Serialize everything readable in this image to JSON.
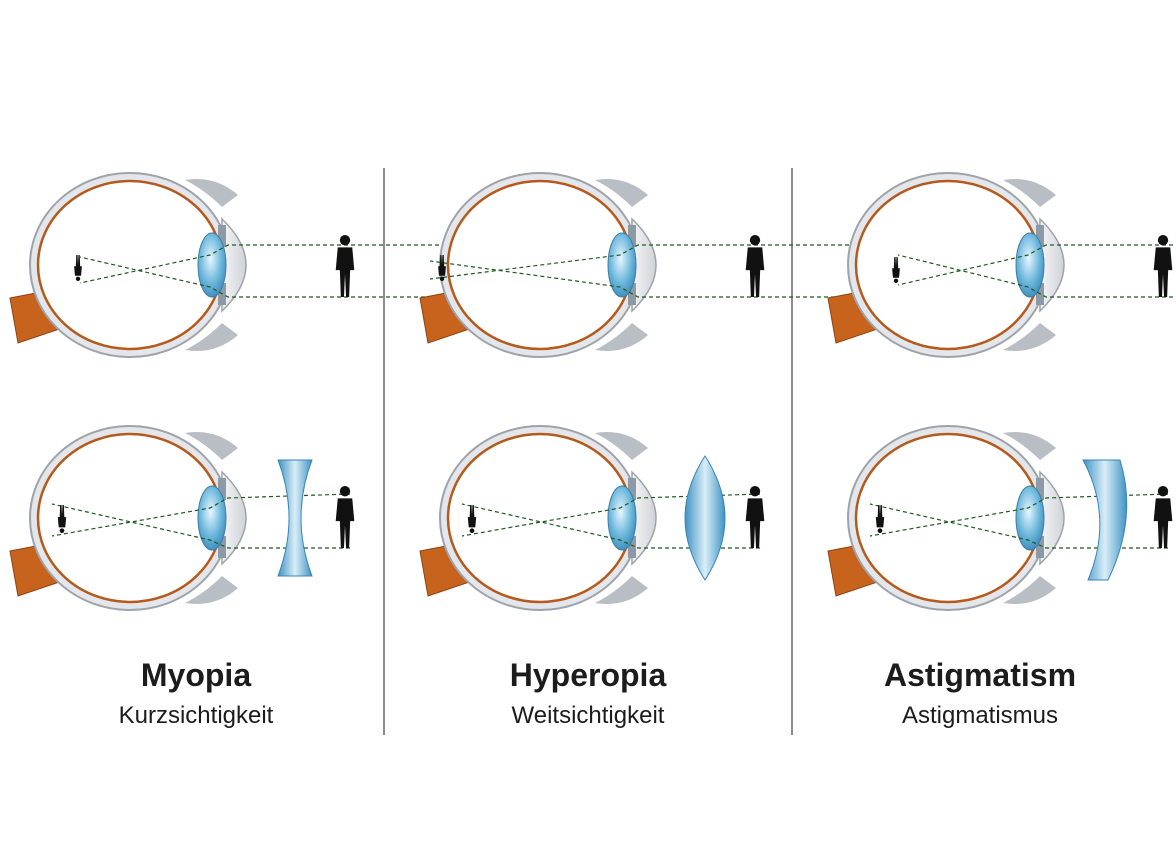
{
  "panels": [
    {
      "title": "Myopia",
      "subtitle": "Kurzsichtigkeit"
    },
    {
      "title": "Hyperopia",
      "subtitle": "Weitsichtigkeit"
    },
    {
      "title": "Astigmatism",
      "subtitle": "Astigmatismus"
    }
  ],
  "colors": {
    "sclera": "#e3e6ea",
    "sclera_edge": "#9ea3a9",
    "choroid": "#b55a1c",
    "optic_nerve": "#c8631d",
    "lens": "#5ba9d1",
    "corrective_lens": "#6fb6d8",
    "ray": "#1f5a1f",
    "figure": "#111111",
    "divider": "#666666"
  },
  "icons": [
    "eye-cross-section-icon",
    "person-silhouette-icon",
    "concave-lens-icon",
    "convex-lens-icon",
    "cylindrical-lens-icon"
  ]
}
